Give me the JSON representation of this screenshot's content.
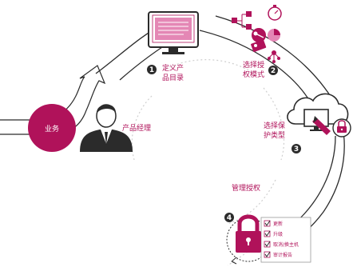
{
  "colors": {
    "accent": "#b0125a",
    "accent_light": "#e487b5",
    "dark": "#2b2b2b",
    "gray": "#9a9a9a",
    "dotted": "#cfcfcf"
  },
  "business_label": "业务",
  "product_manager_label": "产品经理",
  "manage_license_label": "管理授权",
  "steps": [
    {
      "number": "1",
      "line1": "定义产",
      "line2": "品目录"
    },
    {
      "number": "2",
      "line1": "选择授",
      "line2": "权模式"
    },
    {
      "number": "3",
      "line1": "选择保",
      "line2": "护类型"
    },
    {
      "number": "4"
    }
  ],
  "checklist": [
    "更新",
    "升级",
    "取消/换主机",
    "审计报告"
  ],
  "icons": [
    "monitor-document-icon",
    "license-model-icons",
    "cloud-computer-icon",
    "padlock-icon",
    "businessman-icon"
  ]
}
